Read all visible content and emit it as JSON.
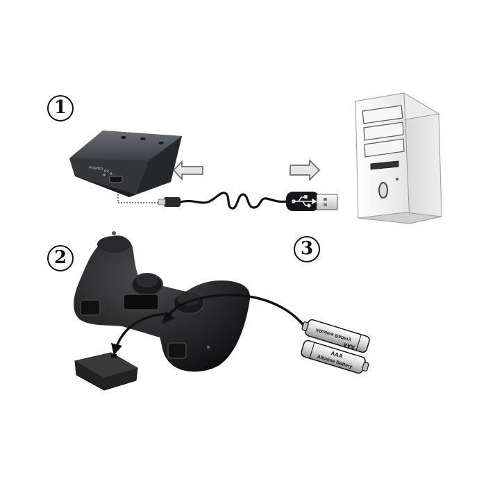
{
  "steps": [
    {
      "number": "1"
    },
    {
      "number": "2"
    },
    {
      "number": "3"
    }
  ],
  "receiver": {
    "power_label": "POWER",
    "rx_label": "RX"
  },
  "batteries": [
    {
      "size": "AAA",
      "type": "Alkaline Battery"
    },
    {
      "size": "AAA",
      "type": "Alkaline Battery"
    }
  ],
  "colors": {
    "device": "#3a3c40",
    "controller": "#1c1c1e",
    "pc": "#f2f2f2",
    "arrow": "#cfcfcf"
  }
}
